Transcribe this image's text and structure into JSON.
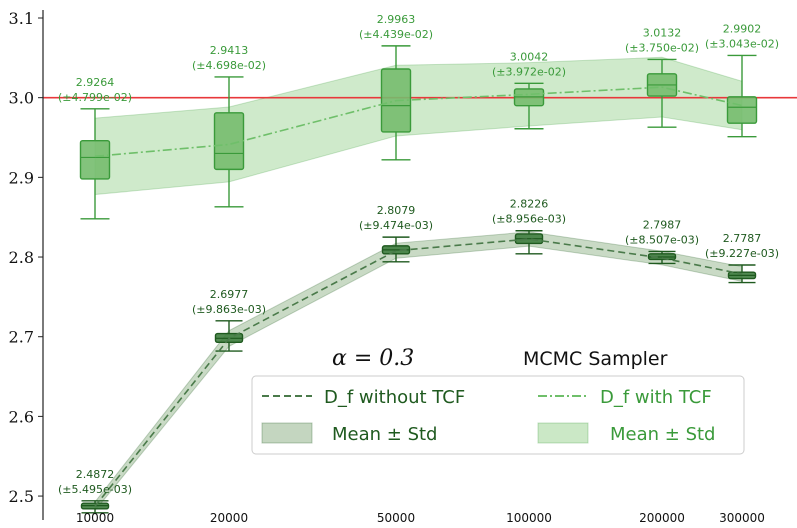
{
  "chart_data": {
    "type": "box",
    "x_categories": [
      "10000",
      "20000",
      "50000",
      "100000",
      "200000",
      "300000"
    ],
    "ylim": [
      2.48,
      3.1
    ],
    "y_ticks": [
      "2.5",
      "2.6",
      "2.7",
      "2.8",
      "2.9",
      "3.0",
      "3.1"
    ],
    "reference_line": 3.0,
    "annotation_alpha": "α = 0.3",
    "annotation_sampler": "MCMC Sampler",
    "legend": {
      "placement": "lower-right",
      "without_tcf_label": "D_f without TCF",
      "with_tcf_label": "D_f with TCF",
      "band_label": "Mean ± Std"
    },
    "colors": {
      "with_tcf": "#3a9a3a",
      "with_tcf_fill": "#a8d8a0",
      "without_tcf": "#1f5a1f",
      "without_tcf_fill": "#9dbb96",
      "reference": "#e8383b"
    },
    "series": [
      {
        "name": "D_f with TCF",
        "mean": [
          2.9264,
          2.9413,
          2.9963,
          3.0042,
          3.0132,
          2.9902
        ],
        "std_label": [
          "(±4.799e-02)",
          "(±4.698e-02)",
          "(±4.439e-02)",
          "(±3.972e-02)",
          "(±3.750e-02)",
          "(±3.043e-02)"
        ],
        "mean_label": [
          "2.9264",
          "2.9413",
          "2.9963",
          "3.0042",
          "3.0132",
          "2.9902"
        ],
        "std": [
          0.04799,
          0.04698,
          0.04439,
          0.03972,
          0.0375,
          0.03043
        ],
        "boxes": [
          {
            "min": 2.848,
            "q1": 2.898,
            "median": 2.925,
            "q3": 2.946,
            "max": 2.986
          },
          {
            "min": 2.863,
            "q1": 2.91,
            "median": 2.93,
            "q3": 2.981,
            "max": 3.026
          },
          {
            "min": 2.922,
            "q1": 2.957,
            "median": 2.99,
            "q3": 3.036,
            "max": 3.065
          },
          {
            "min": 2.961,
            "q1": 2.99,
            "median": 3.001,
            "q3": 3.011,
            "max": 3.018
          },
          {
            "min": 2.963,
            "q1": 3.002,
            "median": 3.016,
            "q3": 3.03,
            "max": 3.048
          },
          {
            "min": 2.951,
            "q1": 2.968,
            "median": 2.988,
            "q3": 3.001,
            "max": 3.053
          }
        ]
      },
      {
        "name": "D_f without TCF",
        "mean": [
          2.4872,
          2.6977,
          2.8079,
          2.8226,
          2.7987,
          2.7787
        ],
        "std_label": [
          "(±5.495e-03)",
          "(±9.863e-03)",
          "(±9.474e-03)",
          "(±8.956e-03)",
          "(±8.507e-03)",
          "(±9.227e-03)"
        ],
        "mean_label": [
          "2.4872",
          "2.6977",
          "2.8079",
          "2.8226",
          "2.7987",
          "2.7787"
        ],
        "std": [
          0.005495,
          0.009863,
          0.009474,
          0.008956,
          0.008507,
          0.009227
        ],
        "boxes": [
          {
            "min": 2.479,
            "q1": 2.484,
            "median": 2.488,
            "q3": 2.491,
            "max": 2.494
          },
          {
            "min": 2.682,
            "q1": 2.693,
            "median": 2.698,
            "q3": 2.704,
            "max": 2.72
          },
          {
            "min": 2.794,
            "q1": 2.804,
            "median": 2.809,
            "q3": 2.814,
            "max": 2.825
          },
          {
            "min": 2.804,
            "q1": 2.817,
            "median": 2.823,
            "q3": 2.829,
            "max": 2.833
          },
          {
            "min": 2.792,
            "q1": 2.797,
            "median": 2.8,
            "q3": 2.804,
            "max": 2.807
          },
          {
            "min": 2.768,
            "q1": 2.773,
            "median": 2.777,
            "q3": 2.781,
            "max": 2.79
          }
        ]
      }
    ]
  }
}
